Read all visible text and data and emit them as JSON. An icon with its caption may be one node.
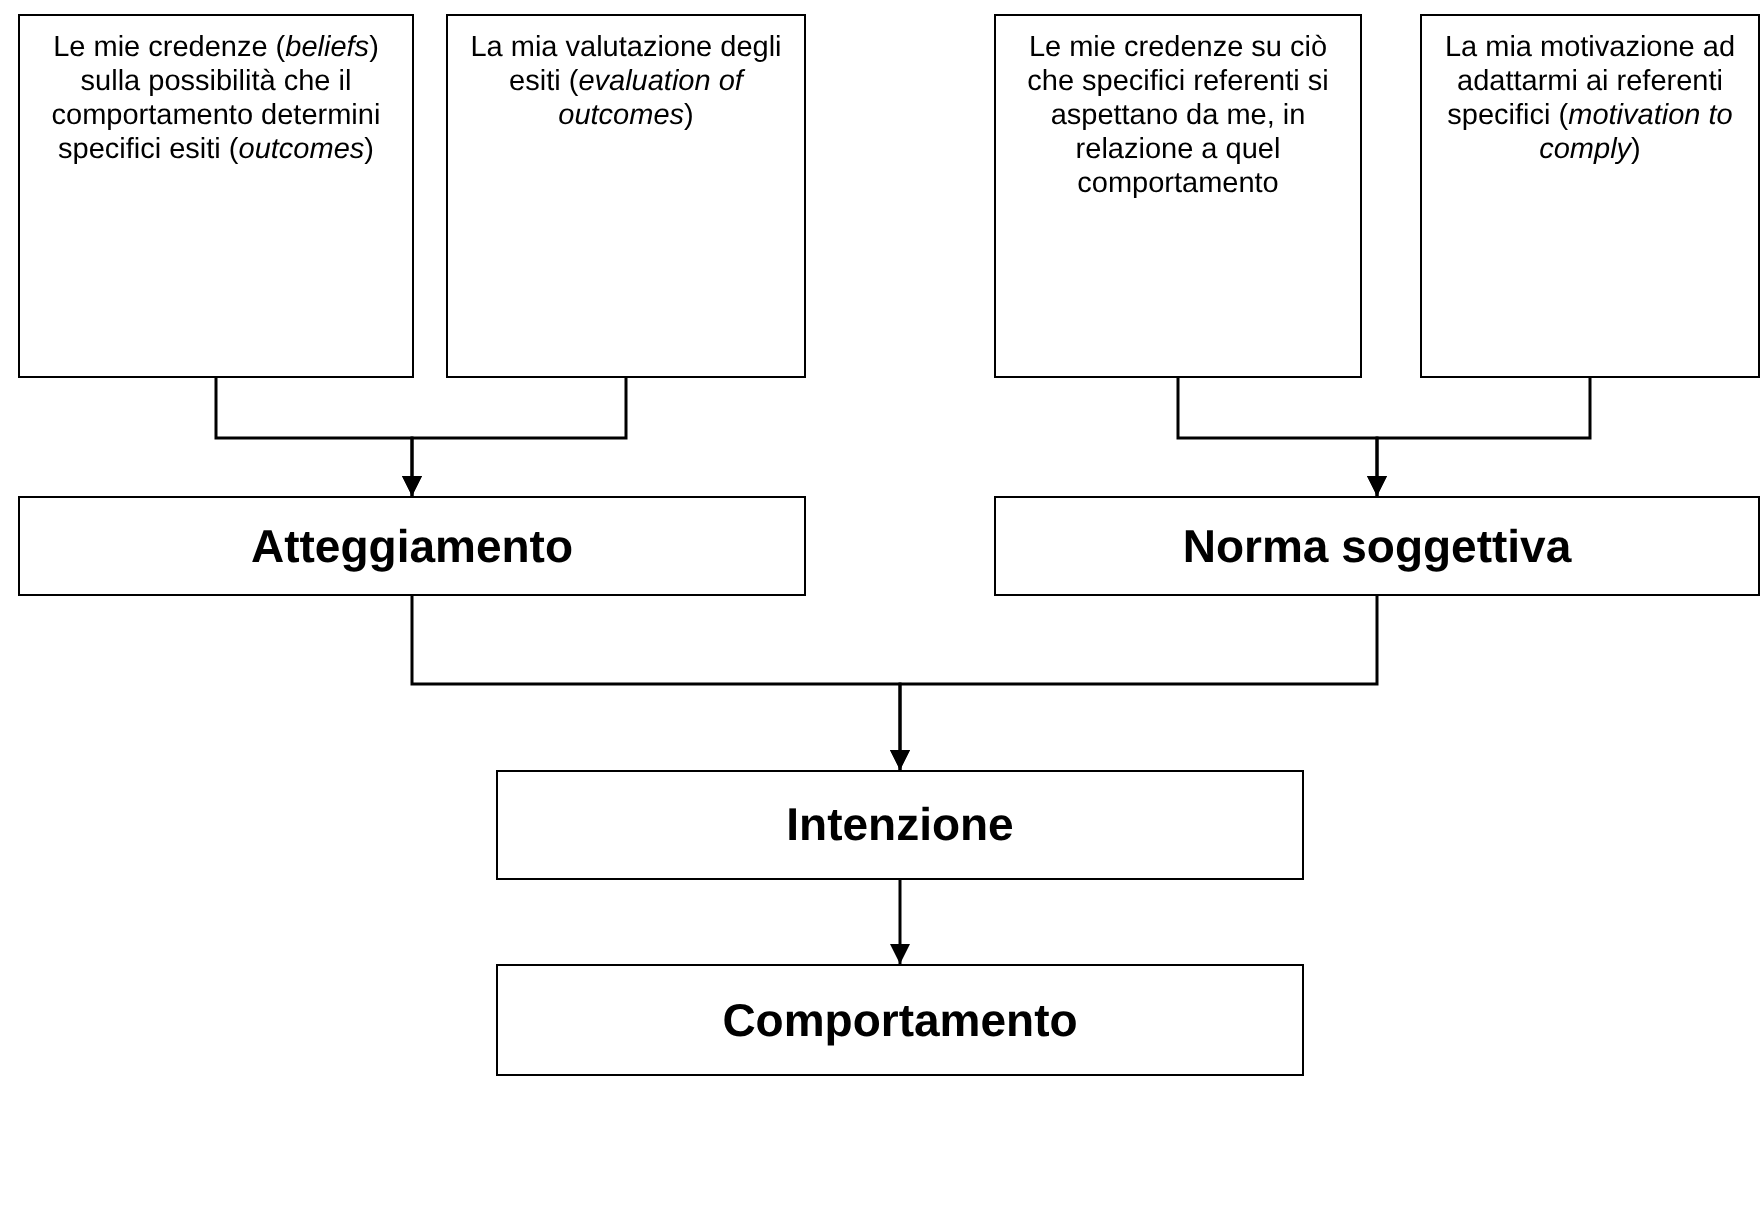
{
  "diagram": {
    "nodes": [
      {
        "text": [
          "Le mie credenze (*beliefs*) sulla possibilità che il comportamento determini specifici esiti (*outcomes*)"
        ]
      },
      {
        "text": [
          "La mia valutazione degli esiti (*evaluation of outcomes*)"
        ]
      },
      {
        "text": [
          "Le mie credenze su ciò che specifici referenti si aspettano da me, in relazione a quel comportamento"
        ]
      },
      {
        "text": [
          "La mia motivazione ad adattarmi ai referenti specifici (*motivation to comply*)"
        ]
      },
      {
        "text": [
          "Atteggiamento"
        ]
      },
      {
        "text": [
          "Norma soggettiva"
        ]
      },
      {
        "text": [
          "Intenzione"
        ]
      },
      {
        "text": [
          "Comportamento"
        ]
      }
    ],
    "edges": [
      {
        "from": 0,
        "to": 4,
        "arrow": "to"
      },
      {
        "from": 1,
        "to": 4,
        "arrow": "to"
      },
      {
        "from": 2,
        "to": 5,
        "arrow": "to"
      },
      {
        "from": 3,
        "to": 5,
        "arrow": "to"
      },
      {
        "from": 4,
        "to": 6,
        "arrow": "to"
      },
      {
        "from": 5,
        "to": 6,
        "arrow": "to"
      },
      {
        "from": 6,
        "to": 7,
        "arrow": "to"
      }
    ]
  }
}
